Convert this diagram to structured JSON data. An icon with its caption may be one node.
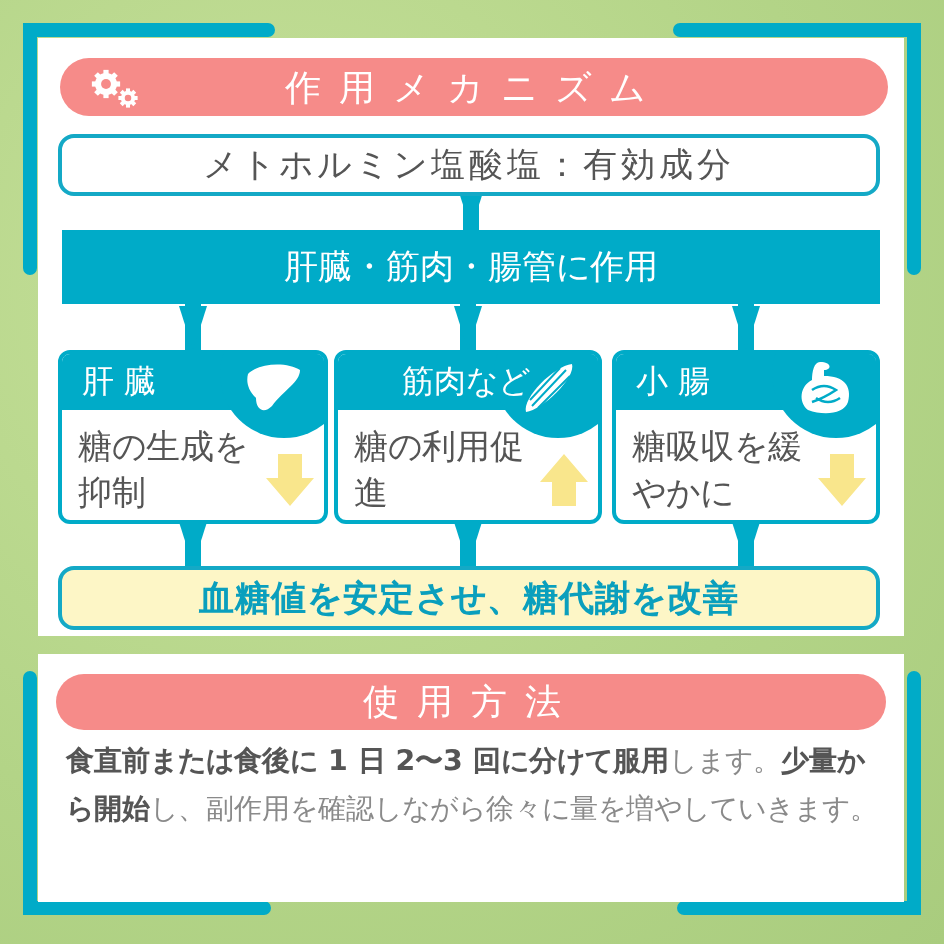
{
  "diagram": {
    "nodes": [
      {
        "text": [
          "作用メカニズム"
        ]
      },
      {
        "text": [
          "メトホルミン塩酸塩：有効成分"
        ]
      },
      {
        "text": [
          "肝臓・筋肉・腸管に作用"
        ]
      },
      {
        "text": [
          "肝 臓",
          "糖の生成を抑制"
        ]
      },
      {
        "text": [
          "筋肉など",
          "糖の利用促進"
        ]
      },
      {
        "text": [
          "小 腸",
          "糖吸収を緩やかに"
        ]
      },
      {
        "text": [
          "血糖値を安定させ、糖代謝を改善"
        ]
      },
      {
        "text": [
          "使用方法"
        ]
      }
    ],
    "edges": [
      {
        "from": 1,
        "to": 2,
        "arrow": "to"
      },
      {
        "from": 2,
        "to": 3,
        "arrow": "to"
      },
      {
        "from": 2,
        "to": 4,
        "arrow": "to"
      },
      {
        "from": 2,
        "to": 5,
        "arrow": "to"
      },
      {
        "from": 3,
        "to": 6,
        "arrow": "to"
      },
      {
        "from": 4,
        "to": 6,
        "arrow": "to"
      },
      {
        "from": 5,
        "to": 6,
        "arrow": "to"
      }
    ],
    "labels": [
      "**食直前または食後に 1 日 2〜3 回に分けて服用**します。**少量から開始**し、副作用を確認しながら徐々に量を増やしていきます。"
    ]
  }
}
